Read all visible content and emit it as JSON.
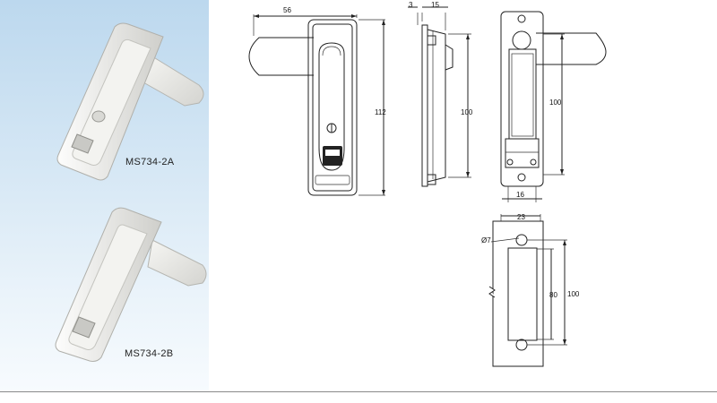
{
  "products": [
    {
      "model": "MS734-2A"
    },
    {
      "model": "MS734-2B"
    }
  ],
  "drawing": {
    "front_view": {
      "width": "56",
      "height": "112"
    },
    "side_view": {
      "left_offset": "3",
      "top_width": "15",
      "height": "100"
    },
    "rear_view": {
      "height": "100",
      "bottom_width": "16"
    },
    "cutout": {
      "width": "23",
      "hole_diameter": "Ø7",
      "inner_height": "80",
      "outer_height": "100"
    }
  },
  "colors": {
    "panel_top": "#bcd8ee",
    "panel_bottom": "#f7fbfe",
    "handle": "#e9e9e6",
    "line": "#222222"
  }
}
